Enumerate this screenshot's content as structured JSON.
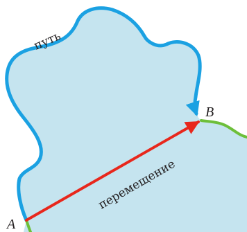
{
  "labels": {
    "path": "путь",
    "displacement": "перемещение",
    "point_a": "A",
    "point_b": "B"
  },
  "colors": {
    "region_fill": "#c5e4ef",
    "path": "#1ba1e2",
    "boundary": "#6dbf3a",
    "displacement": "#e8271c",
    "text": "#231f20"
  }
}
